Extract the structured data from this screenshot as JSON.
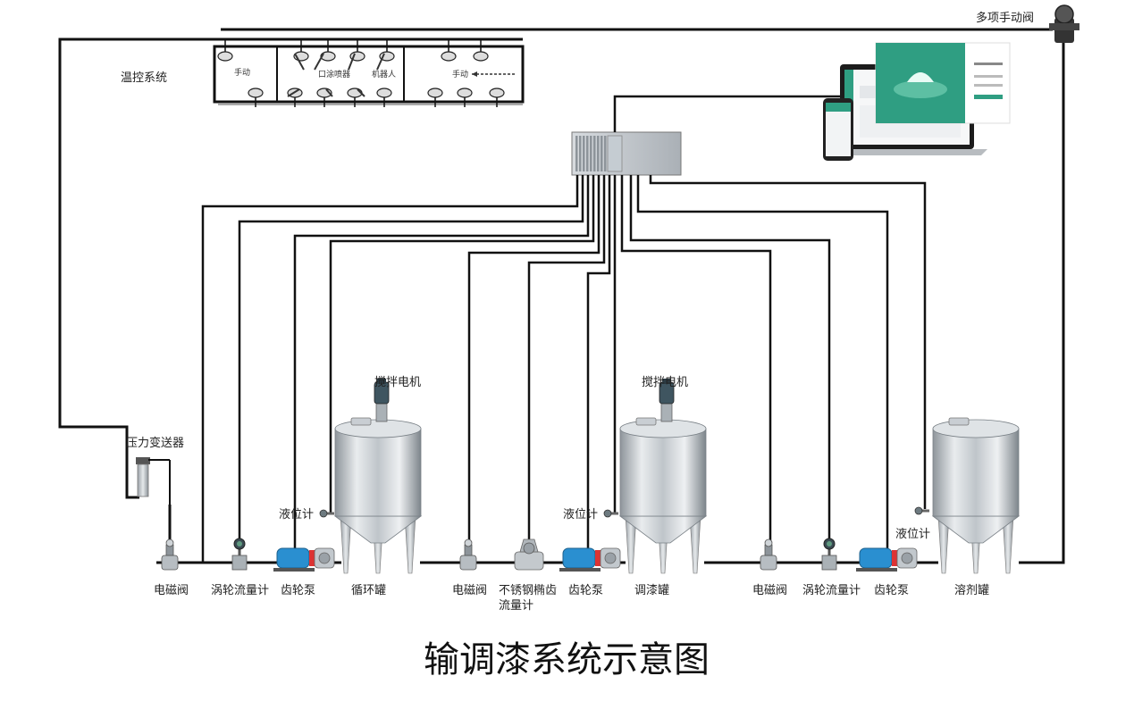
{
  "diagram": {
    "title": "输调漆系统示意图",
    "top_labels": {
      "temp_control": "温控系统",
      "multi_manual_valve": "多项手动阀"
    },
    "panel_labels": {
      "manual_left": "手动",
      "sprayer": "口涂喷器",
      "robot": "机器人",
      "manual_right": "手动"
    },
    "motor_label_1": "搅拌电机",
    "motor_label_2": "搅拌电机",
    "pressure_transmitter": "压力变送器",
    "level_meter_1": "液位计",
    "level_meter_2": "液位计",
    "level_meter_3": "液位计",
    "bottom_labels": {
      "solenoid_valve_1": "电磁阀",
      "turbine_flowmeter_1": "涡轮流量计",
      "gear_pump_1": "齿轮泵",
      "circulation_tank": "循环罐",
      "solenoid_valve_2": "电磁阀",
      "ss_gear_flowmeter_line1": "不锈钢椭齿",
      "ss_gear_flowmeter_line2": "流量计",
      "gear_pump_2": "齿轮泵",
      "mixing_tank": "调漆罐",
      "solenoid_valve_3": "电磁阀",
      "turbine_flowmeter_2": "涡轮流量计",
      "gear_pump_3": "齿轮泵",
      "solvent_tank": "溶剂罐"
    },
    "colors": {
      "pipe": "#111111",
      "pump_blue": "#2a8fd0",
      "steel": "#c9ced3",
      "screen_green": "#2f9e82"
    }
  }
}
